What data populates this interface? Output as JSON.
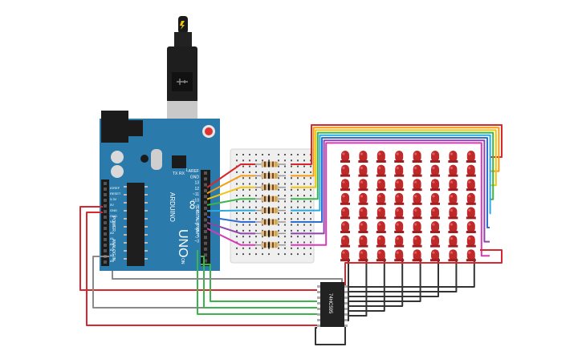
{
  "arduino": {
    "logo": "∞",
    "model": "UNO",
    "brand": "ARDUINO",
    "digital_label": "DIGITAL (PWM~)",
    "power_label": "POWER",
    "analog_label": "ANALOG IN",
    "on_label": "ON",
    "top_pins": [
      "AREF",
      "GND",
      "13",
      "12",
      "~11",
      "~10",
      "~9",
      "8",
      "7",
      "~6",
      "~5",
      "4",
      "~3",
      "2",
      "TX→1",
      "RX←0"
    ],
    "power_pins": [
      "IOREF",
      "RESET",
      "3.3V",
      "5V",
      "GND",
      "GND",
      "Vin"
    ],
    "analog_pins": [
      "A0",
      "A1",
      "A2",
      "A3",
      "A4",
      "A5"
    ],
    "led_labels": [
      "L",
      "TX",
      "RX"
    ]
  },
  "chip": {
    "label": "74HC595"
  },
  "colors": {
    "board": "#2a7bab",
    "breadboard": "#efefef",
    "led": "#c0292a",
    "wire_red": "#d9272e",
    "wire_orange": "#f39c12",
    "wire_yellow": "#f1c40f",
    "wire_green": "#39b54a",
    "wire_cyan": "#29abe2",
    "wire_blue": "#2e6fd6",
    "wire_purple": "#8e44ad",
    "wire_magenta": "#d63ab5",
    "wire_black": "#333333",
    "wire_gray": "#8a8a8a"
  },
  "led_matrix": {
    "rows": 8,
    "cols": 8
  }
}
